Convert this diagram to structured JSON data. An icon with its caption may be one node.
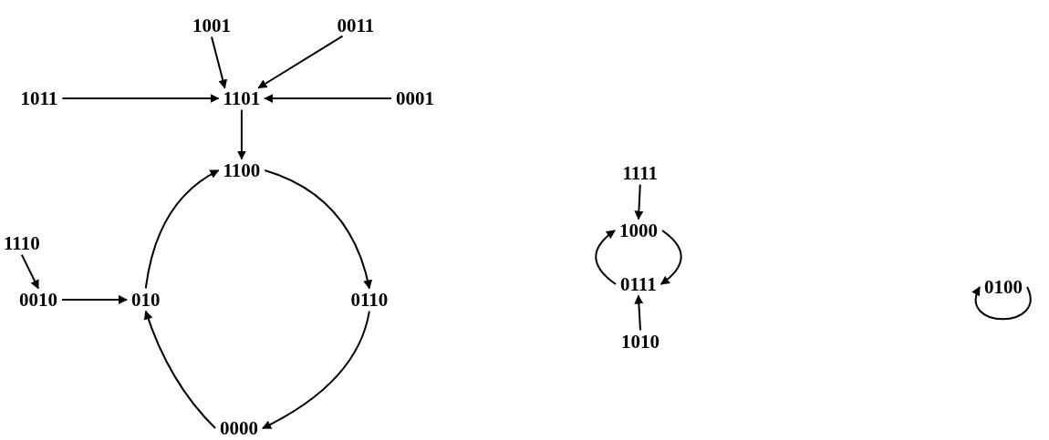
{
  "diagram": {
    "nodes": [
      {
        "text": [
          "1001"
        ]
      },
      {
        "text": [
          "0011"
        ]
      },
      {
        "text": [
          "1011"
        ]
      },
      {
        "text": [
          "1101"
        ]
      },
      {
        "text": [
          "0001"
        ]
      },
      {
        "text": [
          "1100"
        ]
      },
      {
        "text": [
          "1110"
        ]
      },
      {
        "text": [
          "0010"
        ]
      },
      {
        "text": [
          "010"
        ]
      },
      {
        "text": [
          "0110"
        ]
      },
      {
        "text": [
          "0000"
        ]
      },
      {
        "text": [
          "1111"
        ]
      },
      {
        "text": [
          "1000"
        ]
      },
      {
        "text": [
          "0111"
        ]
      },
      {
        "text": [
          "1010"
        ]
      },
      {
        "text": [
          "0100"
        ]
      }
    ],
    "edges": [
      {
        "from": 0,
        "to": 3,
        "arrow": "to"
      },
      {
        "from": 1,
        "to": 3,
        "arrow": "to"
      },
      {
        "from": 2,
        "to": 3,
        "arrow": "to"
      },
      {
        "from": 4,
        "to": 3,
        "arrow": "to"
      },
      {
        "from": 3,
        "to": 5,
        "arrow": "to"
      },
      {
        "from": 5,
        "to": 9,
        "arrow": "to"
      },
      {
        "from": 9,
        "to": 10,
        "arrow": "to"
      },
      {
        "from": 10,
        "to": 8,
        "arrow": "to"
      },
      {
        "from": 8,
        "to": 5,
        "arrow": "to"
      },
      {
        "from": 6,
        "to": 7,
        "arrow": "to"
      },
      {
        "from": 7,
        "to": 8,
        "arrow": "to"
      },
      {
        "from": 11,
        "to": 12,
        "arrow": "to"
      },
      {
        "from": 12,
        "to": 13,
        "arrow": "to"
      },
      {
        "from": 13,
        "to": 12,
        "arrow": "to"
      },
      {
        "from": 14,
        "to": 13,
        "arrow": "to"
      },
      {
        "from": 15,
        "to": 15,
        "arrow": "to"
      }
    ]
  }
}
